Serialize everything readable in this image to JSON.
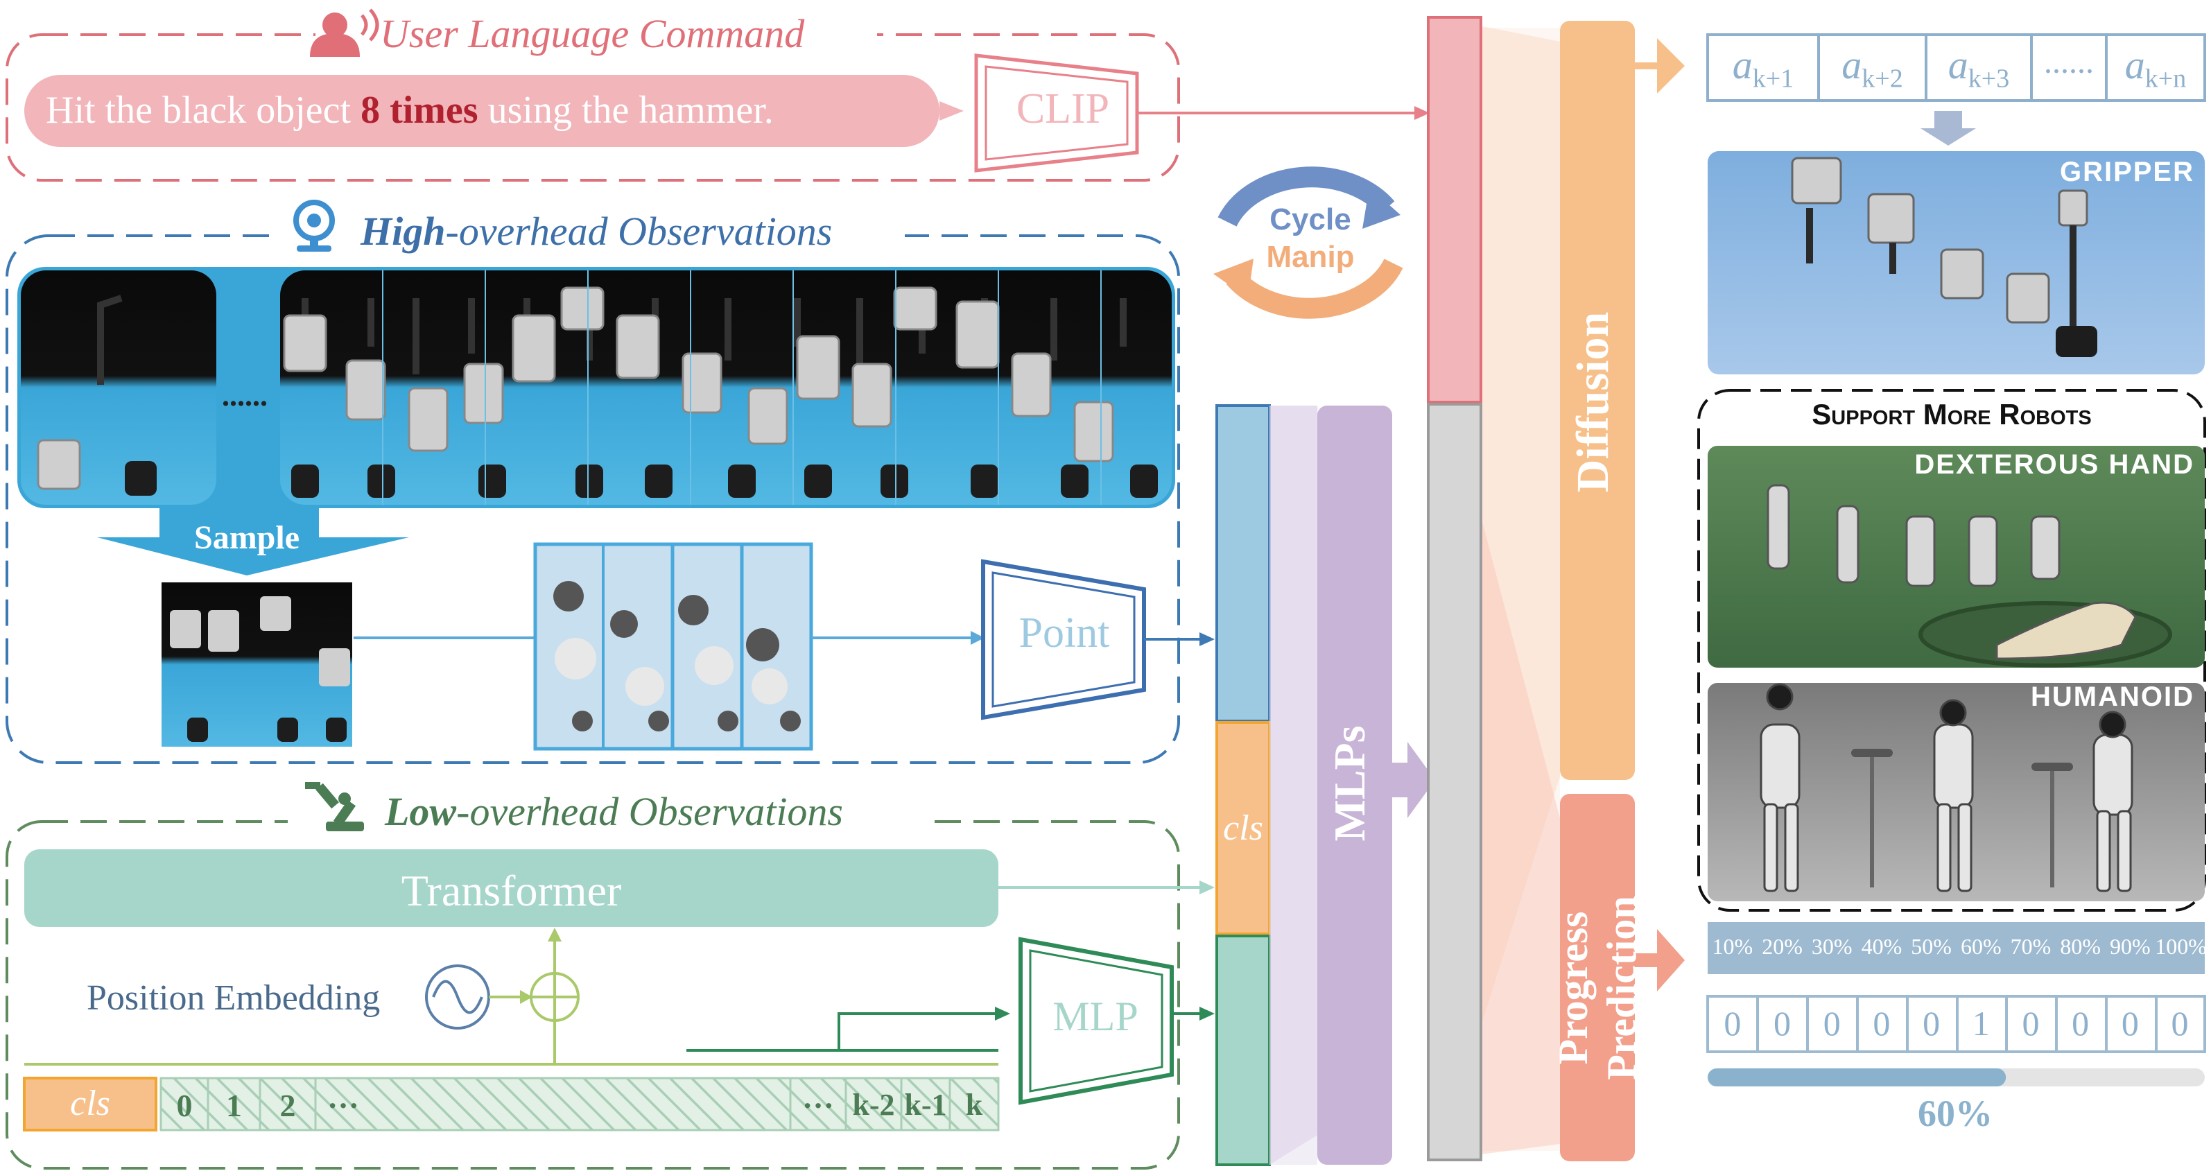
{
  "sections": {
    "user": {
      "title": "User Language Command"
    },
    "high": {
      "title_bold": "High",
      "title_rest": "-overhead Observations"
    },
    "low": {
      "title_bold": "Low",
      "title_rest": "-overhead Observations"
    }
  },
  "command": {
    "pre": "Hit the black object ",
    "bold": "8 times",
    "post": " using the hammer."
  },
  "encoders": {
    "clip": "CLIP",
    "point": "Point",
    "mlp": "MLP",
    "transformer": "Transformer",
    "mlps": "MLPs",
    "diffusion": "Diffusion",
    "progress_line1": "Progress",
    "progress_line2": "Prediction"
  },
  "labels": {
    "sample": "Sample",
    "ellipsis": "......",
    "position_embedding": "Position Embedding"
  },
  "token_sequence": {
    "cls": "cls",
    "tokens": [
      "0",
      "1",
      "2",
      "···",
      "···",
      "k-2",
      "k-1",
      "k"
    ]
  },
  "feature_cls": "cls",
  "logo": {
    "line1": "Cycle",
    "line2": "Manip"
  },
  "actions": {
    "cells": [
      "a_{k+1}",
      "a_{k+2}",
      "a_{k+3}",
      "......",
      "a_{k+n}"
    ]
  },
  "robots": {
    "gripper": "GRIPPER",
    "support": "Support More Robots",
    "dexterous": "DEXTEROUS HAND",
    "humanoid": "HUMANOID"
  },
  "progress": {
    "percent_labels": [
      "10%",
      "20%",
      "30%",
      "40%",
      "50%",
      "60%",
      "70%",
      "80%",
      "90%",
      "100%"
    ],
    "one_hot": [
      "0",
      "0",
      "0",
      "0",
      "0",
      "1",
      "0",
      "0",
      "0",
      "0"
    ],
    "value": 0.6,
    "value_label": "60%"
  },
  "colors": {
    "red": "#e8808a",
    "blue": "#3d7ab4",
    "green": "#5f8c5f",
    "purple": "#c7b4d6",
    "orange": "#f7c08a",
    "salmon": "#f2a08c",
    "teal": "#a6d5c9",
    "lightblue": "#9ecae1"
  }
}
